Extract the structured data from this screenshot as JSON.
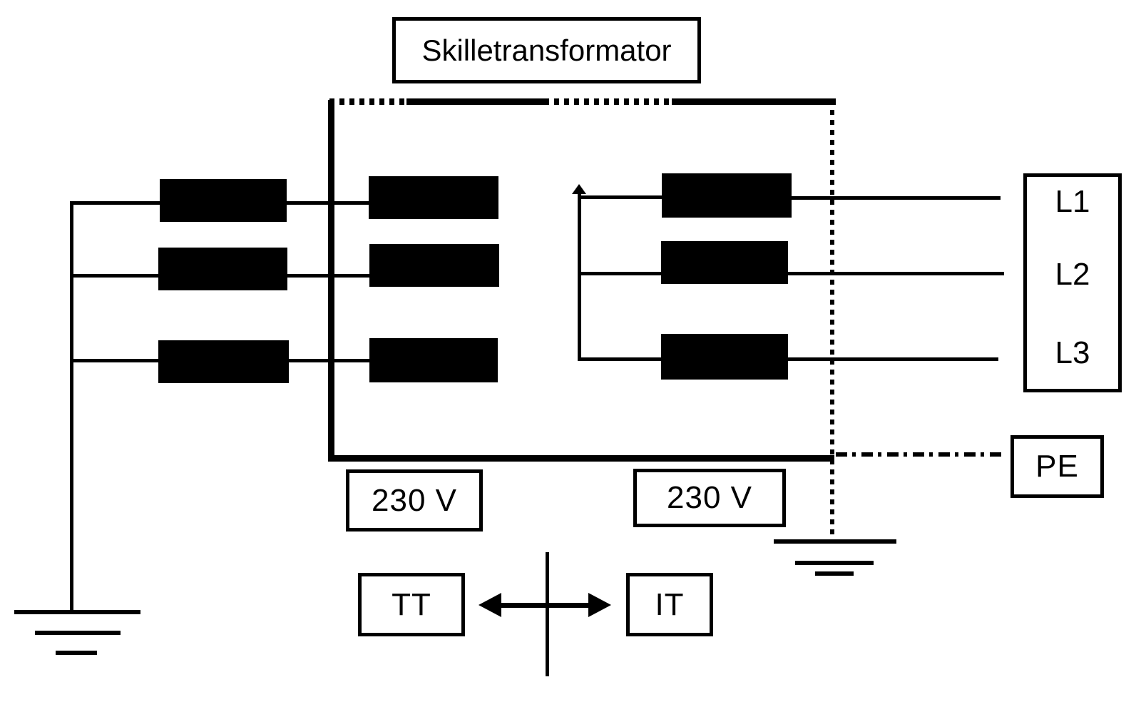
{
  "diagram_title": "Skilletransformator",
  "labels": {
    "primary_voltage": "230 V",
    "secondary_voltage": "230 V",
    "system_left": "TT",
    "system_right": "IT",
    "pe": "PE",
    "phases": [
      "L1",
      "L2",
      "L3"
    ]
  },
  "colors": {
    "line": "#000000",
    "winding": "#000000",
    "background": "#ffffff",
    "text": "#000000"
  }
}
